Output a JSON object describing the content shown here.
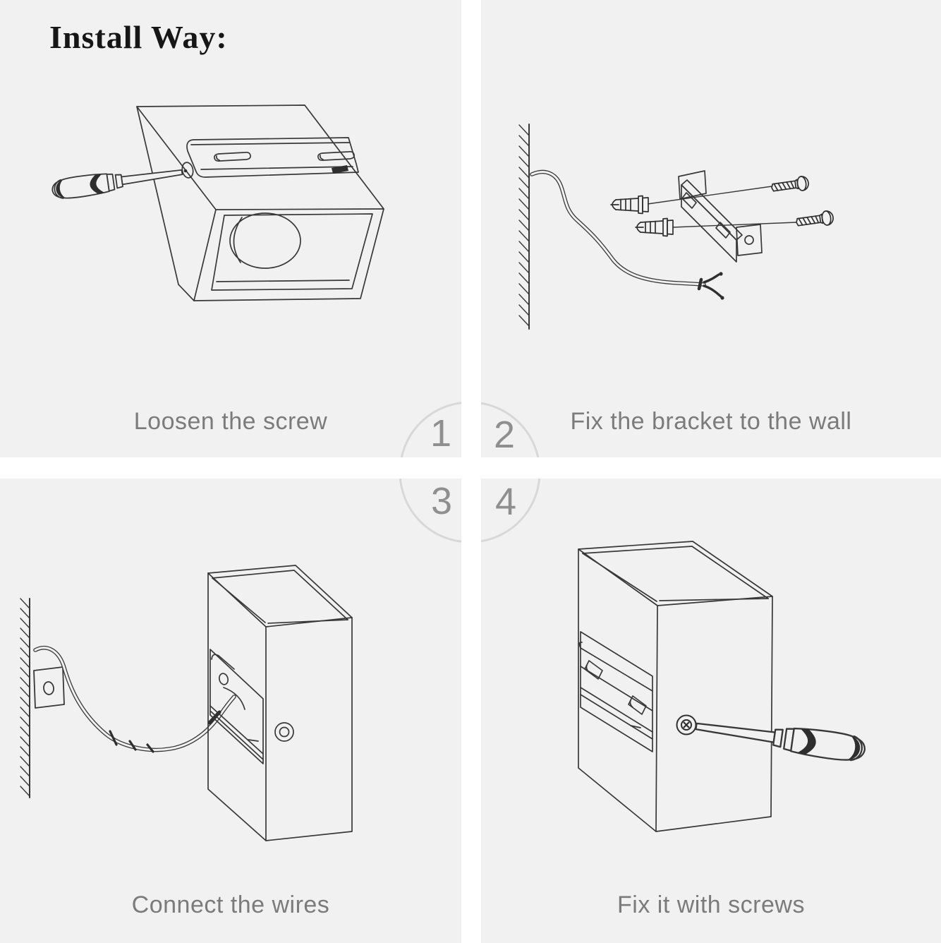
{
  "title": "Install Way:",
  "steps": [
    {
      "number": "1",
      "caption": "Loosen the screw",
      "illustration": "fixture-box-with-screwdriver-loosening-side-screw"
    },
    {
      "number": "2",
      "caption": "Fix the bracket to the wall",
      "illustration": "wall-wire-bracket-anchors-and-screws"
    },
    {
      "number": "3",
      "caption": "Connect the wires",
      "illustration": "wire-from-wall-plate-into-fixture"
    },
    {
      "number": "4",
      "caption": "Fix it with screws",
      "illustration": "fixture-tightened-with-screwdriver"
    }
  ],
  "colors": {
    "canvas_background": "#ffffff",
    "panel_background": "#f1f1f1",
    "line_art": "#383838",
    "hardware_dark": "#2e2e2e",
    "caption_text": "#7b7b7b",
    "step_number": "#8f8f8f",
    "step_circle": "#d8d8d8",
    "title_text": "#161616"
  }
}
